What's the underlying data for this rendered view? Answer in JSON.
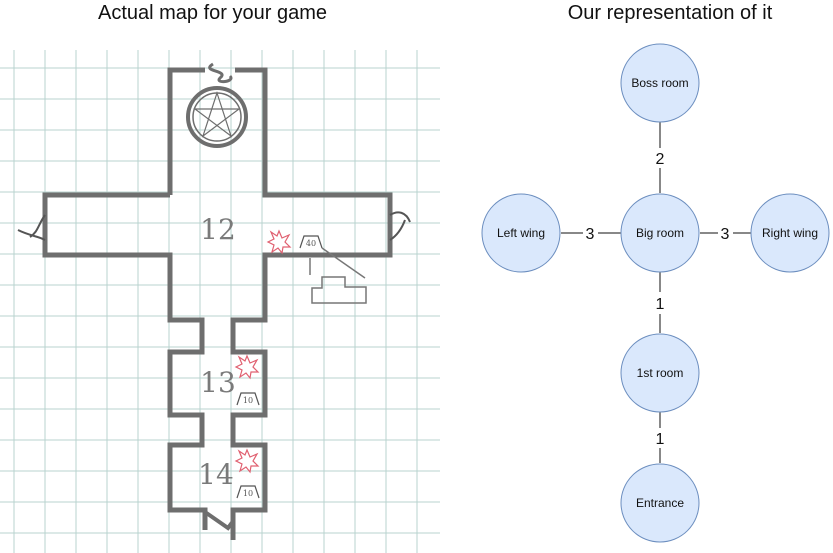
{
  "titles": {
    "left": "Actual map for your game",
    "right": "Our representation of it"
  },
  "map": {
    "rooms": [
      "12",
      "13",
      "14"
    ],
    "traps": [
      "40",
      "10",
      "10"
    ]
  },
  "graph": {
    "nodes": {
      "boss": "Boss room",
      "big": "Big room",
      "left": "Left wing",
      "right": "Right wing",
      "first": "1st room",
      "entrance": "Entrance"
    },
    "edges": {
      "boss_big": "2",
      "left_big": "3",
      "big_right": "3",
      "big_first": "1",
      "first_entrance": "1"
    }
  },
  "colors": {
    "grid": "#b9d3cf",
    "wall": "#6e6e6e",
    "node_fill": "#dae8fc",
    "node_stroke": "#6c8ebf",
    "hazard": "#e06070"
  }
}
